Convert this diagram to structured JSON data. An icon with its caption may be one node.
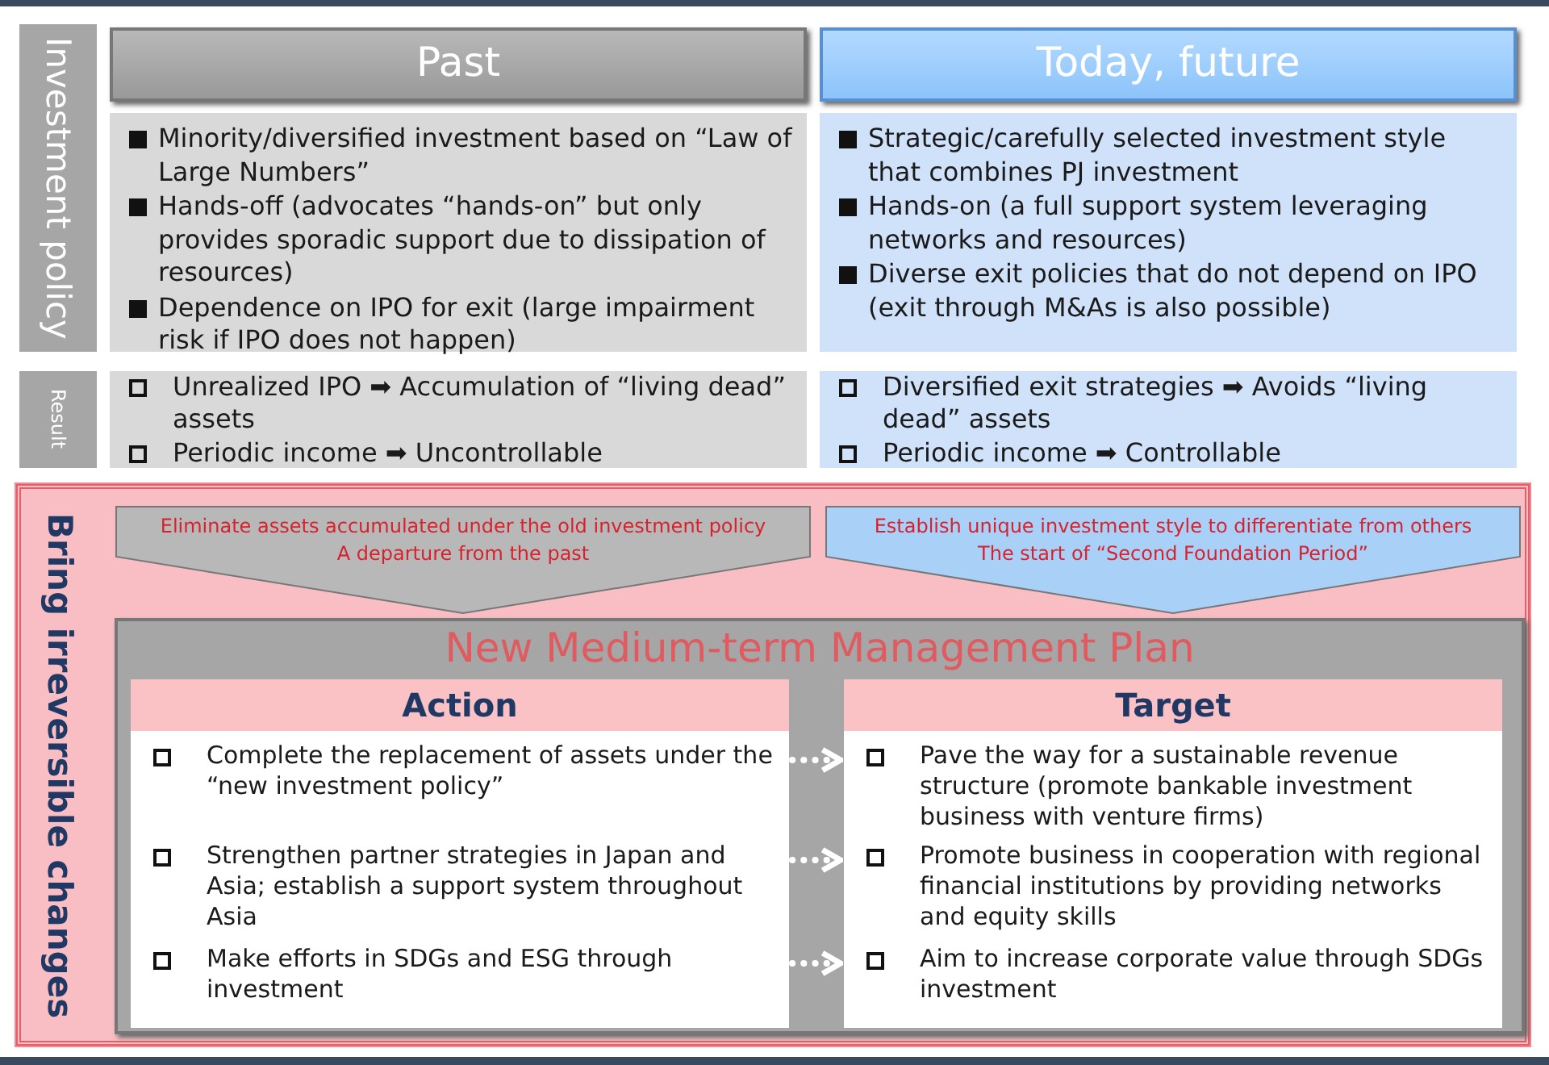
{
  "diagram": {
    "nodes": [
      {
        "text": [
          "Investment policy"
        ]
      },
      {
        "text": [
          "Result"
        ]
      },
      {
        "text": [
          "Past"
        ]
      },
      {
        "text": [
          "Today, future"
        ]
      },
      {
        "text": [
          "Minority/diversified investment based on “Law of Large Numbers”",
          "Hands-off (advocates “hands-on” but only provides sporadic support due to dissipation of resources)",
          "Dependence on IPO for exit (large impairment risk if IPO does not happen)"
        ]
      },
      {
        "text": [
          "Strategic/carefully selected investment style that combines PJ investment",
          "Hands-on (a full support system leveraging networks and resources)",
          "Diverse exit policies that do not depend on IPO (exit through M&As is also possible)"
        ]
      },
      {
        "text": [
          "Unrealized IPO ➡ Accumulation of “living dead” assets",
          "Periodic income ➡ Uncontrollable"
        ]
      },
      {
        "text": [
          "Diversified exit strategies ➡ Avoids “living dead” assets",
          "Periodic income ➡ Controllable"
        ]
      },
      {
        "text": [
          "Bring irreversible changes"
        ]
      },
      {
        "text": [
          "Eliminate assets accumulated under the old investment policy",
          "A departure from the past"
        ],
        "in": 8
      },
      {
        "text": [
          "Establish unique investment style to differentiate from others",
          "The start of “Second Foundation Period”"
        ],
        "in": 8
      },
      {
        "text": [
          "New Medium-term Management Plan"
        ],
        "in": 8
      },
      {
        "text": [
          "Action"
        ],
        "in": 11
      },
      {
        "text": [
          "Complete the replacement of assets under the “new investment policy”"
        ],
        "in": 12
      },
      {
        "text": [
          "Strengthen partner strategies in Japan and Asia; establish a support system throughout Asia"
        ],
        "in": 12
      },
      {
        "text": [
          "Make efforts in SDGs and ESG through investment"
        ],
        "in": 12
      },
      {
        "text": [
          "Target"
        ],
        "in": 11
      },
      {
        "text": [
          "Pave the way for a sustainable revenue structure (promote bankable investment business with venture firms)"
        ],
        "in": 16
      },
      {
        "text": [
          "Promote business in cooperation with regional financial institutions by providing networks and equity skills"
        ],
        "in": 16
      },
      {
        "text": [
          "Aim to increase corporate value through SDGs investment"
        ],
        "in": 16
      }
    ],
    "edges": [
      {
        "from": 13,
        "to": 17,
        "arrow": "to",
        "style": "dashed"
      },
      {
        "from": 14,
        "to": 18,
        "arrow": "to",
        "style": "dashed"
      },
      {
        "from": 15,
        "to": 19,
        "arrow": "to",
        "style": "dashed"
      }
    ]
  }
}
